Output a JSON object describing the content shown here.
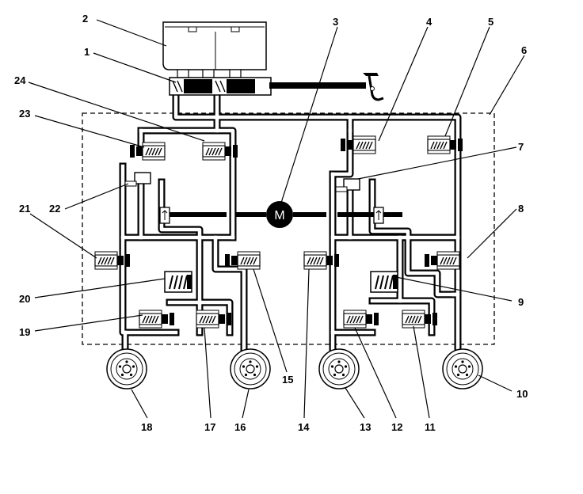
{
  "diagram": {
    "callouts": {
      "c1": "1",
      "c2": "2",
      "c3": "3",
      "c4": "4",
      "c5": "5",
      "c6": "6",
      "c7": "7",
      "c8": "8",
      "c9": "9",
      "c10": "10",
      "c11": "11",
      "c12": "12",
      "c13": "13",
      "c14": "14",
      "c15": "15",
      "c16": "16",
      "c17": "17",
      "c18": "18",
      "c19": "19",
      "c20": "20",
      "c21": "21",
      "c22": "22",
      "c23": "23",
      "c24": "24"
    },
    "motor_label": "M"
  }
}
